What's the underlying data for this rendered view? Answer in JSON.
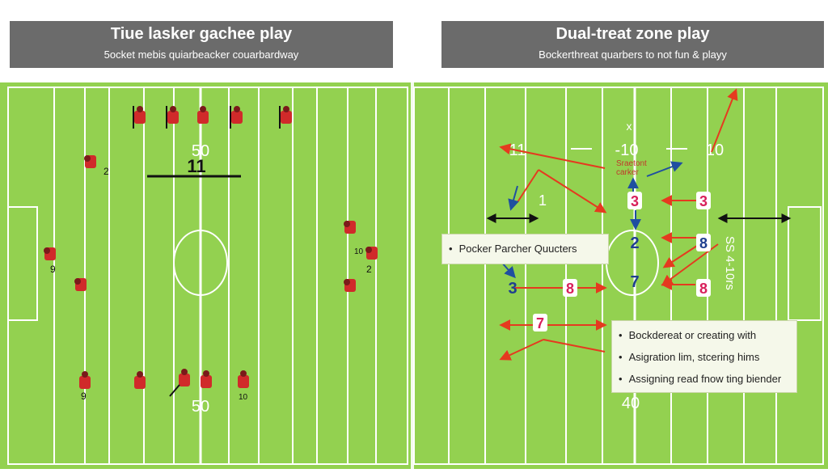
{
  "left_panel": {
    "title": "Tiue lasker gachee play",
    "subtitle": "5ocket mebis quiarbeacker couarbardway",
    "labels": {
      "yard_top": "50",
      "yard_bottom": "50",
      "los": "11",
      "num_a": "2",
      "num_b": "9",
      "num_c": "2",
      "num_d": "9",
      "num_e": "10",
      "num_f": "10"
    }
  },
  "right_panel": {
    "title": "Dual-treat zone play",
    "subtitle": "Bockerthreat quarbers to not fun & playy",
    "labels": {
      "yard_left": "11",
      "yard_mid": "-10",
      "yard_right": "10",
      "yard_bottom": "40",
      "marker_x": "x",
      "callout": "Sraetont\ncarker",
      "number_1": "1",
      "side_text": "SS 4-10rs"
    },
    "numbers": [
      "3",
      "2",
      "7",
      "3",
      "8",
      "3",
      "8",
      "8",
      "7"
    ],
    "note_top": "Pocker Parcher Quucters",
    "notes": [
      "Bockdereat or creating with",
      "Asigration lim, stcering hims",
      "Assigning read fnow ting biender"
    ]
  },
  "colors": {
    "turf": "#93d150",
    "turf_dark": "#86c646",
    "line": "#ffffff",
    "banner": "#6b6b6b",
    "arrow_red": "#e53a1f",
    "arrow_blue": "#1f4fa0",
    "num_red": "#d81f5b",
    "num_blue": "#1e3f8f",
    "player_red": "#d02a2a"
  }
}
